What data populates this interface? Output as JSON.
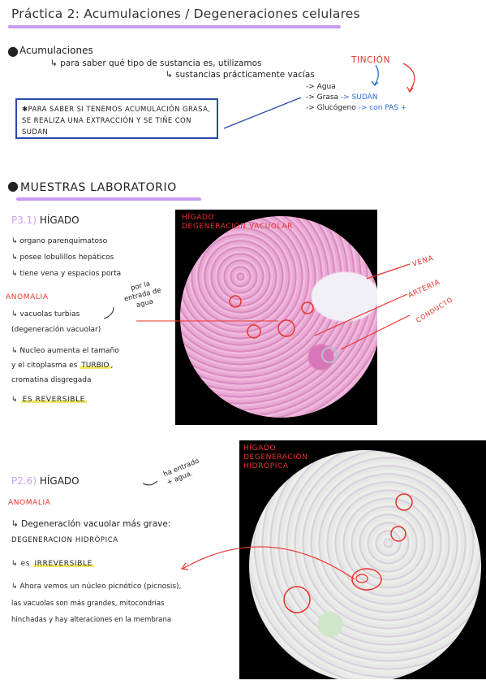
{
  "title": "Práctica 2: Acumulaciones / Degeneraciones celulares",
  "section1": {
    "heading": "Acumulaciones",
    "line1": "↳ para saber qué tipo de sustancia es, utilizamos",
    "tincion": "TINCIÓN",
    "line2": "↳ sustancias prácticamente vacías",
    "items": [
      {
        "prefix": "-> ",
        "label": "Agua",
        "suffix": ""
      },
      {
        "prefix": "-> ",
        "label": "Grasa",
        "suffix": "-> SUDÁN"
      },
      {
        "prefix": "-> ",
        "label": "Glucógeno",
        "suffix": "-> con"
      }
    ],
    "pas": "PAS +",
    "note": "✱PARA SABER SI TENEMOS ACUMULACIÓN GRASA, SE REALIZA UNA EXTRACCIÓN Y SE TIÑE CON SUDAN"
  },
  "section2": {
    "heading": "MUESTRAS LABORATORIO"
  },
  "sample1": {
    "code": "P3.1)",
    "organ": "HÍGADO",
    "lines": [
      "↳ organo parenquimatoso",
      "↳ posee lobulillos hepáticos",
      "↳ tiene vena y espacios porta"
    ],
    "anomalia": "ANOMALIA",
    "anom1": "↳ vacuolas turbias",
    "anom2": "(degeneración vacuolar)",
    "side_note": [
      "por la",
      "entrada de",
      "agua"
    ],
    "nucleo1": "↳ Nucleo aumenta el tamaño",
    "nucleo2a": "y el citoplasma es",
    "turbio": "TURBIO",
    "nucleo2b": ",",
    "nucleo3": "cromatina disgregada",
    "reversible_prefix": "↳",
    "reversible": "ES REVERSIBLE",
    "img_title": [
      "HÍGADO",
      "DEGENERACIÓN VACUOLAR"
    ],
    "labels": [
      "VENA",
      "ARTERIA",
      "CONDUCTO"
    ]
  },
  "sample2": {
    "code": "P2.6)",
    "organ": "HÍGADO",
    "side_note": [
      "ha entrado",
      "+ agua."
    ],
    "anomalia": "ANOMALIA",
    "line1": "↳ Degeneración vacuolar más grave:",
    "line2": "DEGENERACION HIDRÓPICA",
    "irrev_prefix": "↳ es",
    "irreversible": "IRREVERSIBLE",
    "p1": "↳ Ahora vemos un núcleo picnótico (picnosis),",
    "p2": "las vacuolas son más grandes, mitocondrias",
    "p3": "hinchadas y hay alteraciones en la membrana",
    "img_title": [
      "HÍGADO",
      "DEGENERACIÓN",
      "HIDRÓPICA"
    ]
  },
  "colors": {
    "accent_purple": "#c69bf0",
    "red": "#e8332a",
    "blue": "#2b6fd6",
    "highlight": "#f3ea6a",
    "box_border": "#2a48b0"
  }
}
